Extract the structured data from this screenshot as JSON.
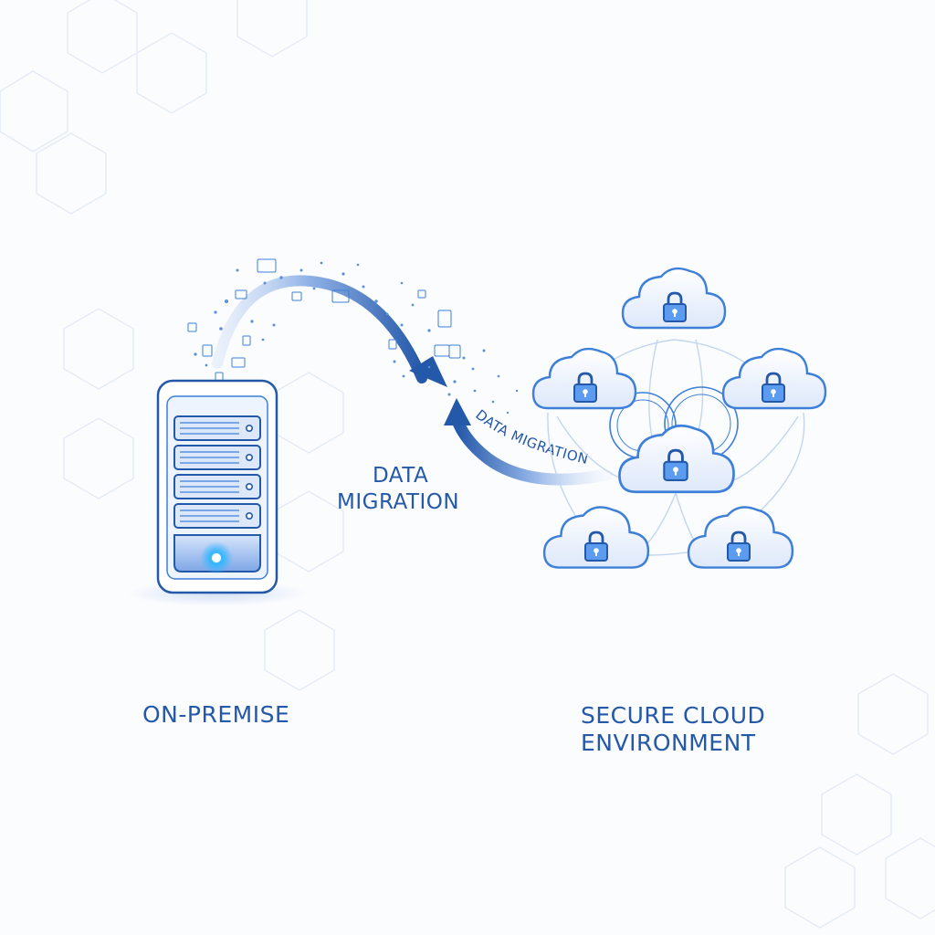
{
  "labels": {
    "migration_center_line1": "DATA",
    "migration_center_line2": "MIGRATION",
    "migration_arrow": "DATA MIGRATION",
    "on_premise": "ON-PREMISE",
    "cloud_line1": "SECURE CLOUD",
    "cloud_line2": "ENVIRONMENT"
  },
  "colors": {
    "primary": "#2458a8",
    "accent": "#3d7fd9",
    "light_fill": "#e8f0fc",
    "led_glow": "#31b6ff",
    "background": "#fbfcfe"
  },
  "icons": {
    "server": "server-icon",
    "cloud": "cloud-icon",
    "lock": "lock-icon"
  }
}
